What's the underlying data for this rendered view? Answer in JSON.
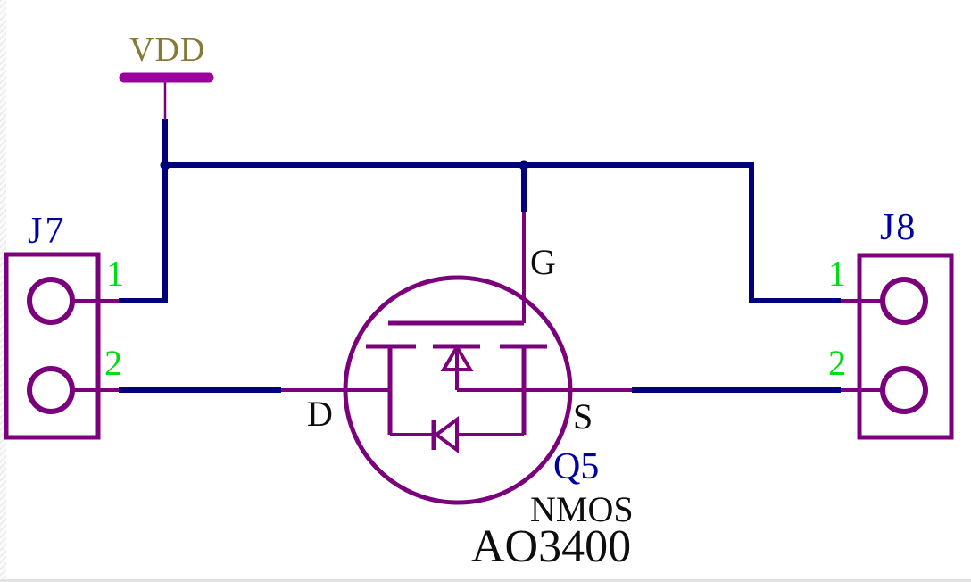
{
  "power_flag": {
    "label": "VDD"
  },
  "connectors": {
    "j7": {
      "designator": "J7",
      "pins": [
        "1",
        "2"
      ]
    },
    "j8": {
      "designator": "J8",
      "pins": [
        "1",
        "2"
      ]
    }
  },
  "transistor": {
    "designator": "Q5",
    "kind": "NMOS",
    "part_number": "AO3400",
    "pin_labels": {
      "gate": "G",
      "drain": "D",
      "source": "S"
    }
  },
  "colors": {
    "wire": "#00007D",
    "symbol": "#7B007B",
    "power_bar": "#9C009C",
    "pin_number": "#00DC14",
    "designator": "#0000A0",
    "annotation": "#0D0D0D",
    "power_text": "#867B36"
  }
}
